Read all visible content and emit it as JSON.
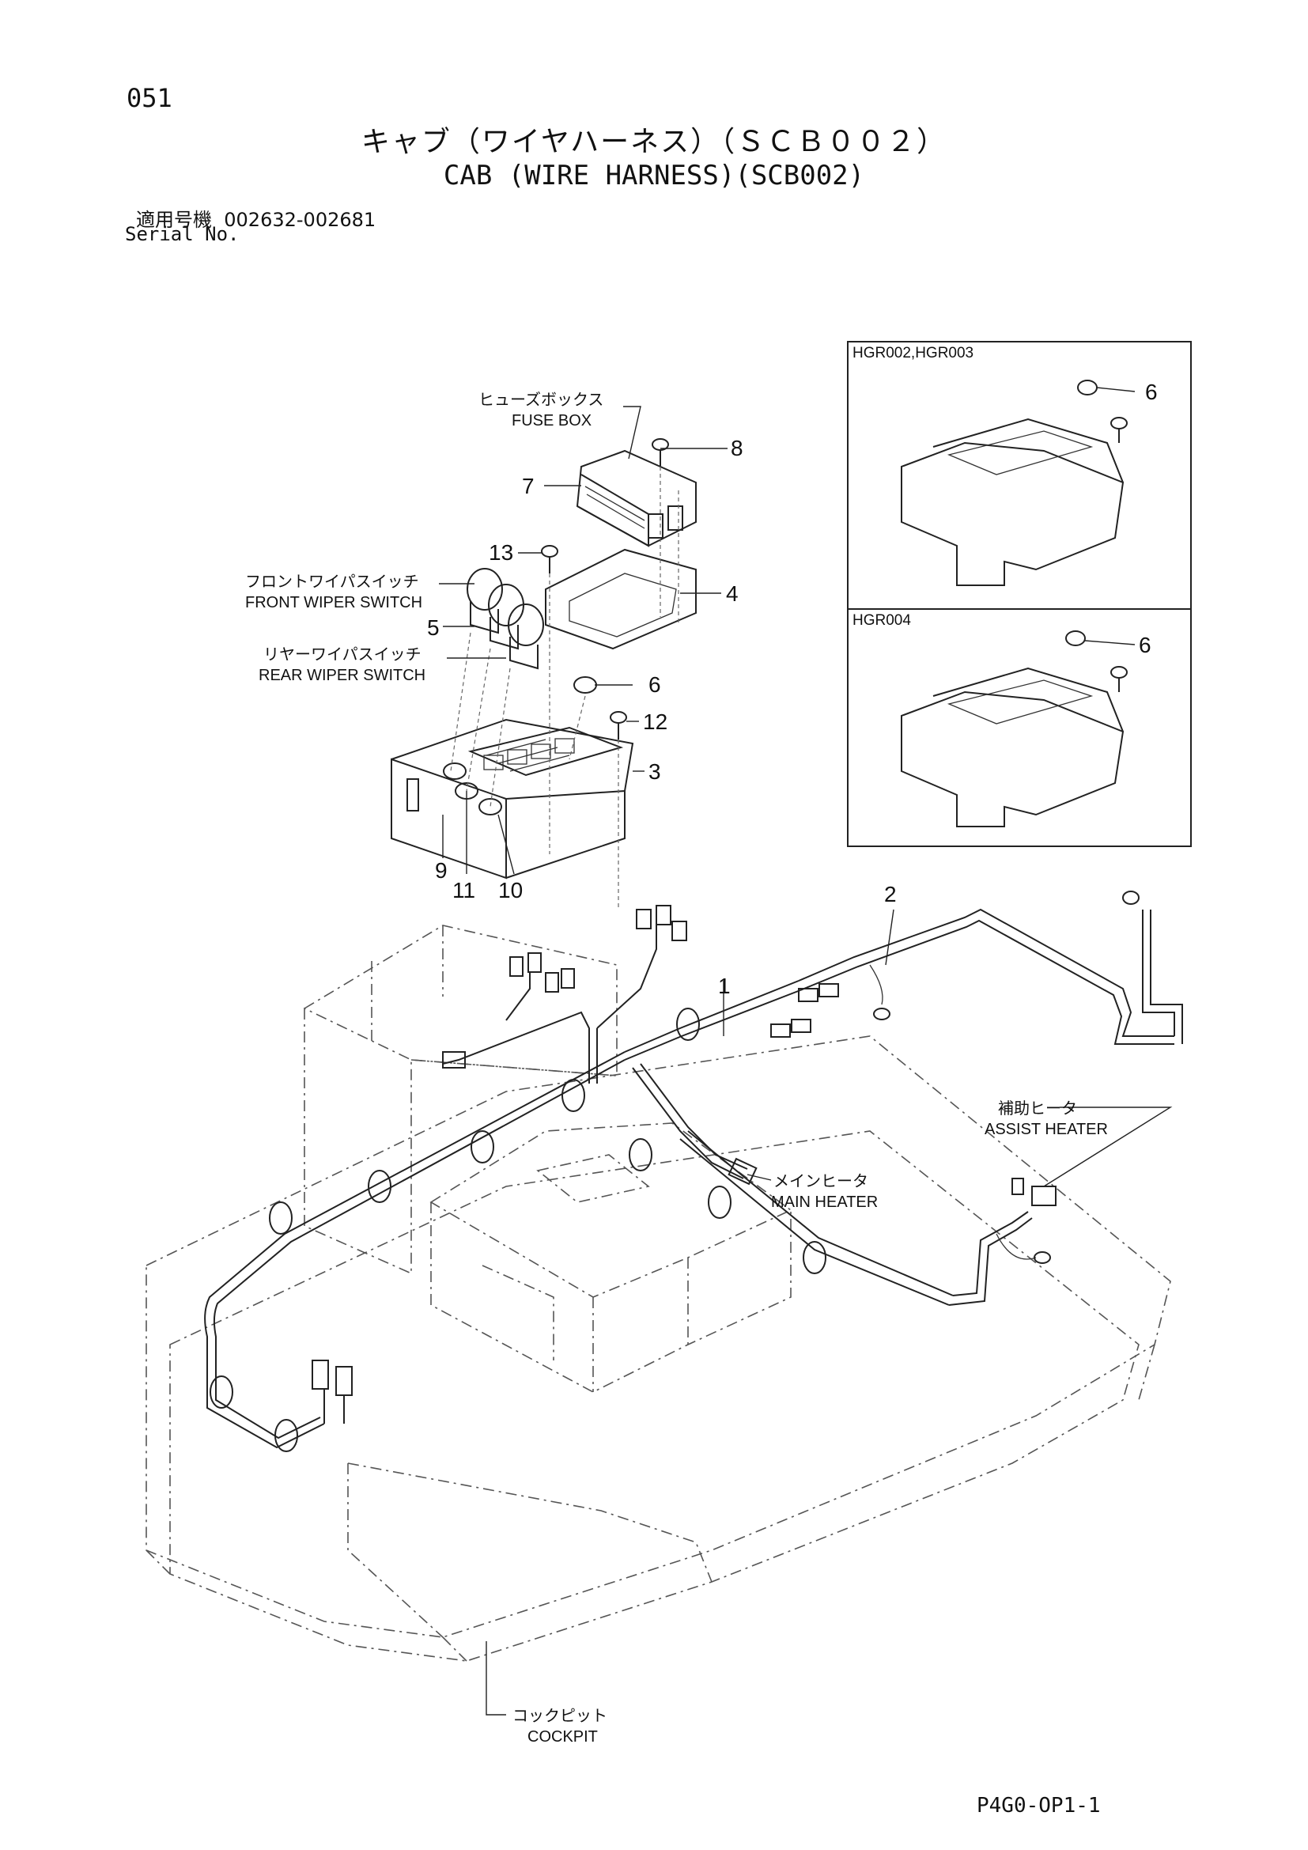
{
  "header": {
    "page_number": "051",
    "title_jp": "キャブ（ワイヤハーネス）（ＳＣＢ００２）",
    "title_en": "CAB (WIRE HARNESS)(SCB002)",
    "serial_label_jp": "適用号機",
    "serial_range": "002632-002681",
    "serial_label_en": "Serial No."
  },
  "callouts": {
    "fuse_box_jp": "ヒューズボックス",
    "fuse_box_en": "FUSE BOX",
    "front_wiper_jp": "フロントワイパスイッチ",
    "front_wiper_en": "FRONT WIPER SWITCH",
    "rear_wiper_jp": "リヤーワイパスイッチ",
    "rear_wiper_en": "REAR WIPER SWITCH",
    "main_heater_jp": "メインヒータ",
    "main_heater_en": "MAIN HEATER",
    "assist_heater_jp": "補助ヒータ",
    "assist_heater_en": "ASSIST HEATER",
    "cockpit_jp": "コックピット",
    "cockpit_en": "COCKPIT"
  },
  "part_numbers": {
    "p1": "1",
    "p2": "2",
    "p3": "3",
    "p4": "4",
    "p5": "5",
    "p6": "6",
    "p7": "7",
    "p8": "8",
    "p9": "9",
    "p10": "10",
    "p11": "11",
    "p12": "12",
    "p13": "13"
  },
  "insets": [
    {
      "label": "HGR002,HGR003",
      "part": "6"
    },
    {
      "label": "HGR004",
      "part": "6"
    }
  ],
  "footer": {
    "code": "P4G0-OP1-1"
  }
}
